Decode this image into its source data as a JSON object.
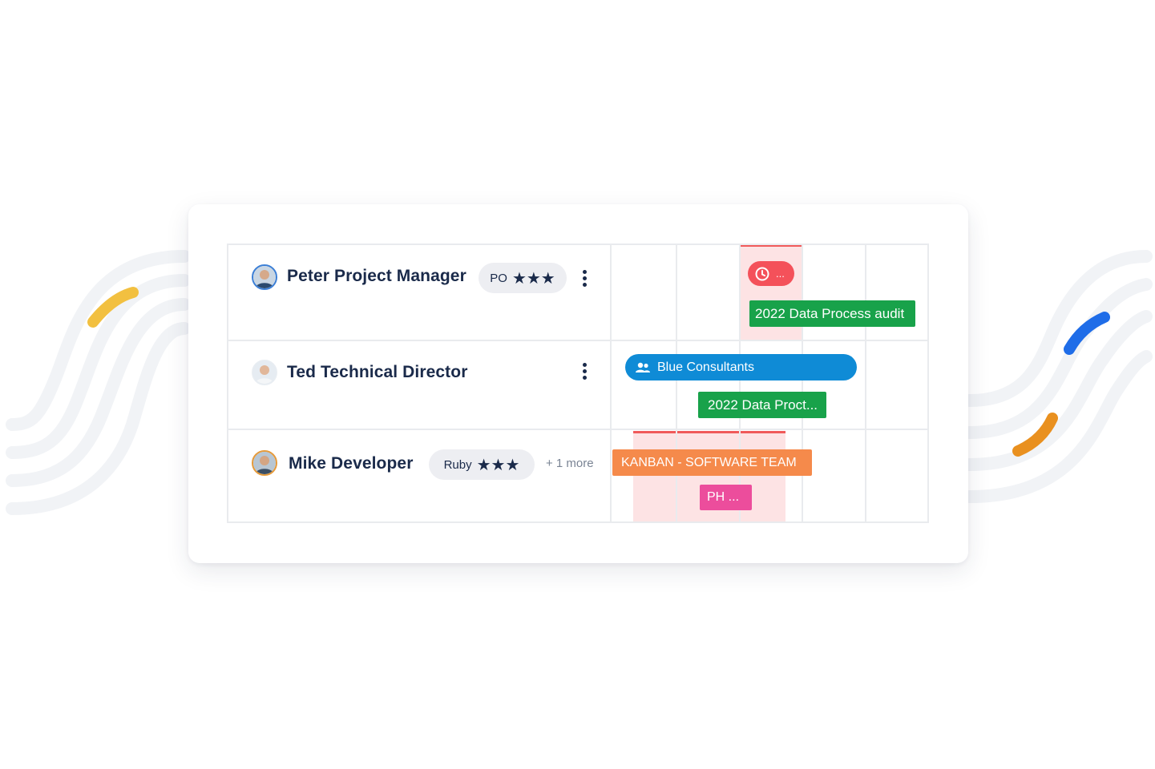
{
  "people": [
    {
      "name": "Peter Project Manager",
      "skill": {
        "label": "PO",
        "stars": "★★★"
      }
    },
    {
      "name": "Ted Technical Director"
    },
    {
      "name": "Mike Developer",
      "skill": {
        "label": "Ruby",
        "stars": "★★★"
      },
      "more": "+ 1 more"
    }
  ],
  "bookings": {
    "time_off": "...",
    "audit_full": "2022 Data Process audit",
    "blue_consultants": "Blue Consultants",
    "audit_short": "2022 Data Proct...",
    "kanban": "KANBAN - SOFTWARE TEAM",
    "ph": "PH ..."
  },
  "colors": {
    "green": "#18a24a",
    "blue": "#0f8bd6",
    "orange": "#f58a4b",
    "pink": "#ec4d9c",
    "red": "#f4515a",
    "text": "#1a2a4a"
  },
  "icons": [
    "clock-icon",
    "group-icon",
    "kebab-icon"
  ]
}
